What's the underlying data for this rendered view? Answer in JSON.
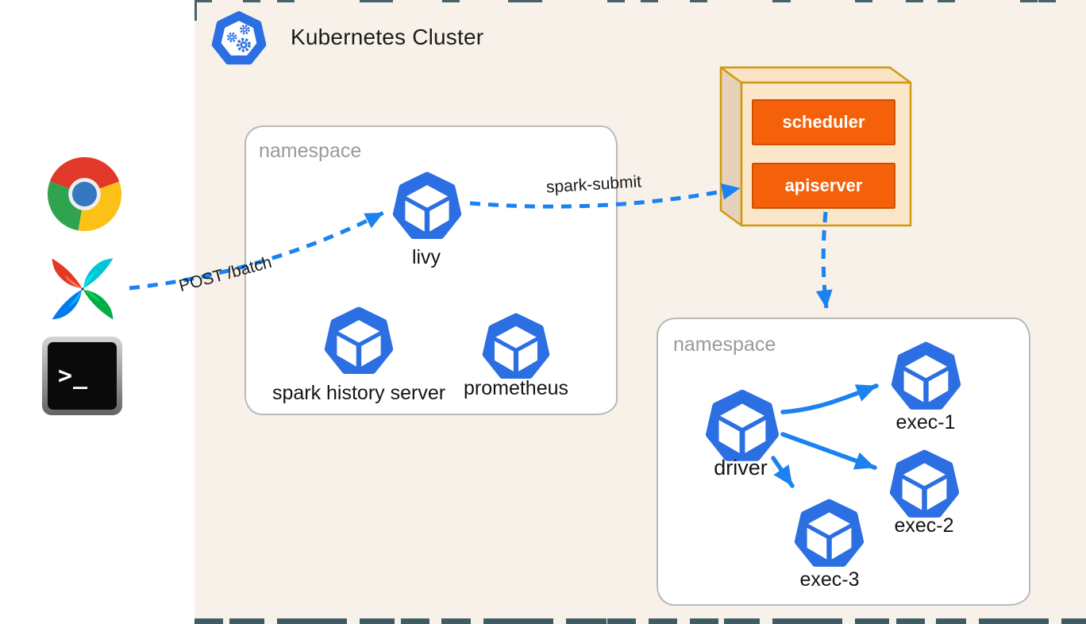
{
  "title": "Kubernetes Cluster",
  "clients": {
    "browser_icon": "chrome-browser",
    "airflow_icon": "apache-airflow",
    "terminal_icon": "terminal",
    "terminal_prompt": ">_"
  },
  "flows": {
    "post_batch_label": "POST /batch",
    "spark_submit_label": "spark-submit"
  },
  "control_plane": {
    "scheduler_label": "scheduler",
    "apiserver_label": "apiserver"
  },
  "infra_namespace": {
    "label": "namespace",
    "pods": [
      {
        "label": "livy"
      },
      {
        "label": "spark history server"
      },
      {
        "label": "prometheus"
      }
    ]
  },
  "job_namespace": {
    "label": "namespace",
    "pods": [
      {
        "label": "driver"
      },
      {
        "label": "exec-1"
      },
      {
        "label": "exec-2"
      },
      {
        "label": "exec-3"
      }
    ]
  },
  "colors": {
    "canvas": "#f7f1ea",
    "pod_blue": "#2b6fe2",
    "arrow_blue": "#1b82f0",
    "component_orange": "#f4610a",
    "component_border": "#d14f00",
    "box_face": "#fce6ca",
    "box_side": "#e6d2ba",
    "box_border": "#cf9a10",
    "namespace_border": "#b9b9b9",
    "muted_label": "#9a9a9a"
  }
}
